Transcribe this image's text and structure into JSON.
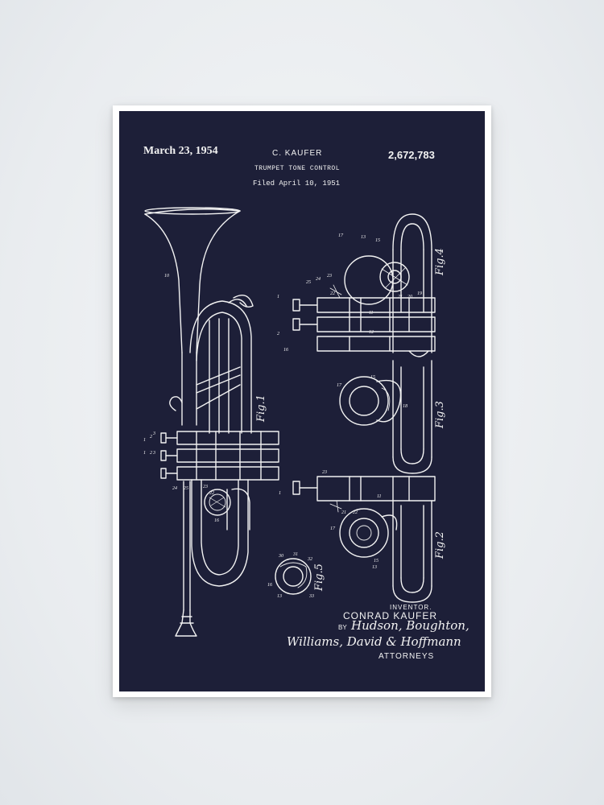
{
  "patent": {
    "date": "March 23, 1954",
    "inventor": "C. KAUFER",
    "number": "2,672,783",
    "title": "TRUMPET TONE CONTROL",
    "filed": "Filed April 10, 1951"
  },
  "figures": {
    "fig1": "Fig.1",
    "fig2": "Fig.2",
    "fig3": "Fig.3",
    "fig4": "Fig.4",
    "fig5": "Fig.5"
  },
  "signatures": {
    "inventor_label": "INVENTOR.",
    "inventor_name": "CONRAD KAUFER",
    "by": "BY",
    "by_names": "Hudson, Boughton,",
    "firm_names": "Williams, David & Hoffmann",
    "attorneys": "ATTORNEYS"
  },
  "colors": {
    "poster_background": "#1d1f38",
    "line_art": "#f2f2f2",
    "wall": "#eceff2"
  }
}
